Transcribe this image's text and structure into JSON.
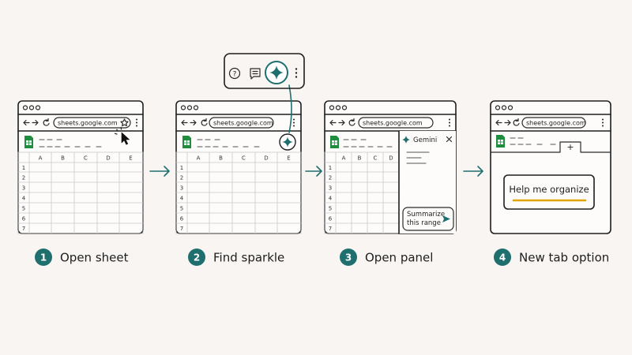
{
  "url": "sheets.google.com",
  "columns": [
    "A",
    "B",
    "C",
    "D",
    "E"
  ],
  "rows": [
    "1",
    "2",
    "3",
    "4",
    "5",
    "6",
    "7"
  ],
  "gemini": {
    "title": "Gemini",
    "prompt_line1": "Summarize",
    "prompt_line2": "this range"
  },
  "chip": {
    "label": "Help me organize"
  },
  "tab_add": "+",
  "steps": [
    {
      "number": "1",
      "label": "Open sheet"
    },
    {
      "number": "2",
      "label": "Find sparkle"
    },
    {
      "number": "3",
      "label": "Open panel"
    },
    {
      "number": "4",
      "label": "New tab option"
    }
  ],
  "colors": {
    "teal": "#1f6f6f",
    "sheets_green": "#1e8e3e",
    "underline": "#e2a400",
    "background": "#f8f5f2"
  }
}
